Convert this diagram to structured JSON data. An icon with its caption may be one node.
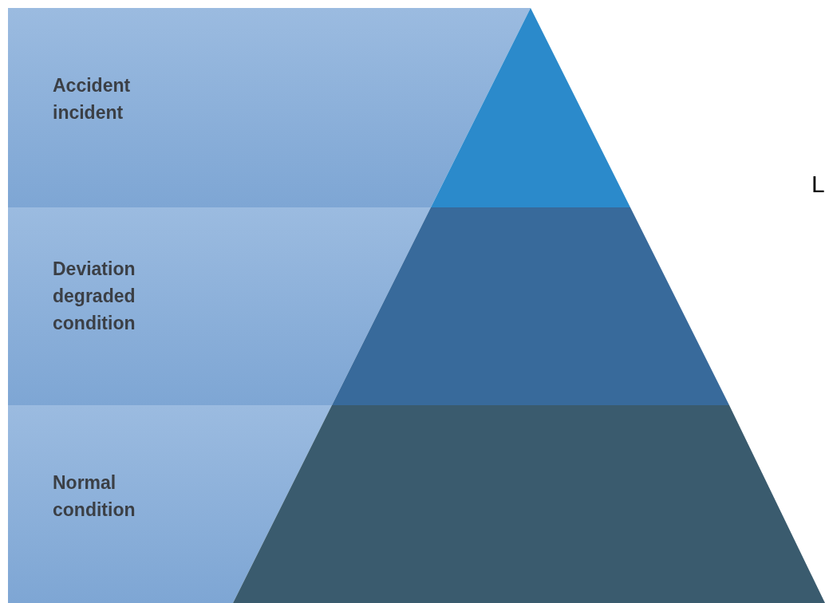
{
  "diagram": {
    "nodes": [
      {
        "text": [
          "Accident incident"
        ]
      },
      {
        "text": [
          "Deviation degraded condition"
        ]
      },
      {
        "text": [
          "Normal condition"
        ]
      }
    ],
    "labels": [
      "L"
    ]
  }
}
